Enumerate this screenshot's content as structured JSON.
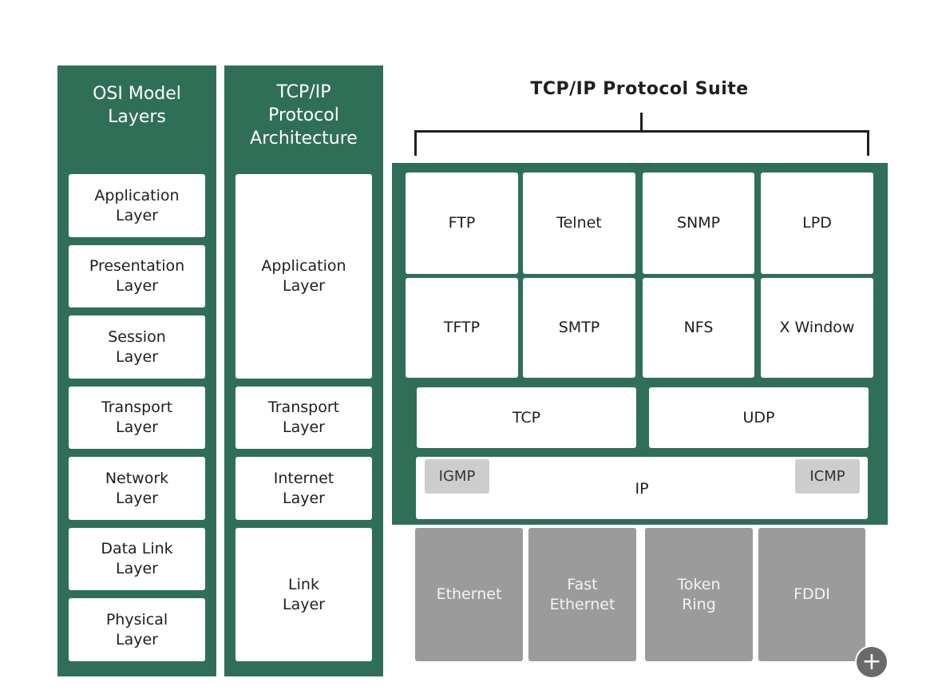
{
  "osi": {
    "title": "OSI Model\nLayers",
    "layers": [
      "Application\nLayer",
      "Presentation\nLayer",
      "Session\nLayer",
      "Transport\nLayer",
      "Network\nLayer",
      "Data Link\nLayer",
      "Physical\nLayer"
    ]
  },
  "tcpip": {
    "title": "TCP/IP\nProtocol\nArchitecture",
    "layers": [
      "Application\nLayer",
      "Transport\nLayer",
      "Internet\nLayer",
      "Link\nLayer"
    ]
  },
  "suite": {
    "title": "TCP/IP Protocol Suite",
    "app_row1": [
      "FTP",
      "Telnet",
      "SNMP",
      "LPD"
    ],
    "app_row2": [
      "TFTP",
      "SMTP",
      "NFS",
      "X Window"
    ],
    "transport": [
      "TCP",
      "UDP"
    ],
    "internet": {
      "main": "IP",
      "left_tag": "IGMP",
      "right_tag": "ICMP"
    },
    "link": [
      "Ethernet",
      "Fast\nEthernet",
      "Token\nRing",
      "FDDI"
    ]
  },
  "controls": {
    "add_icon": "plus-icon",
    "add_symbol": "+"
  },
  "colors": {
    "column_green": "#2f6f57",
    "link_grey": "#9b9b9b",
    "tag_grey": "#cdcdcd"
  }
}
